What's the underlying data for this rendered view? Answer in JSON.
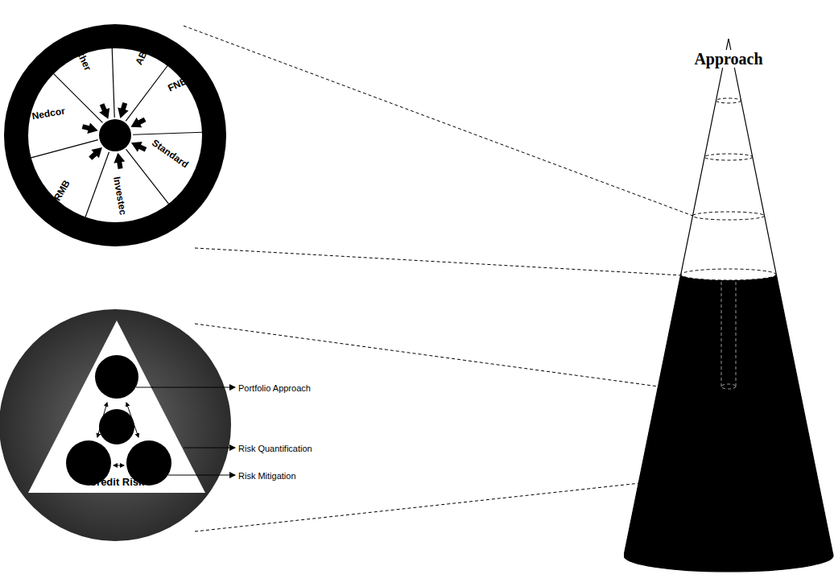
{
  "diagram": {
    "nodes": [
      {
        "text": [
          "Approach"
        ]
      },
      {
        "text": [
          "Credit Risk"
        ]
      }
    ],
    "labels": [
      "Other",
      "ABSA",
      "FNB",
      "Standard",
      "Investec",
      "RMB",
      "Nedcor",
      "Portfolio Approach",
      "Risk Quantification",
      "Risk Mitigation"
    ]
  }
}
